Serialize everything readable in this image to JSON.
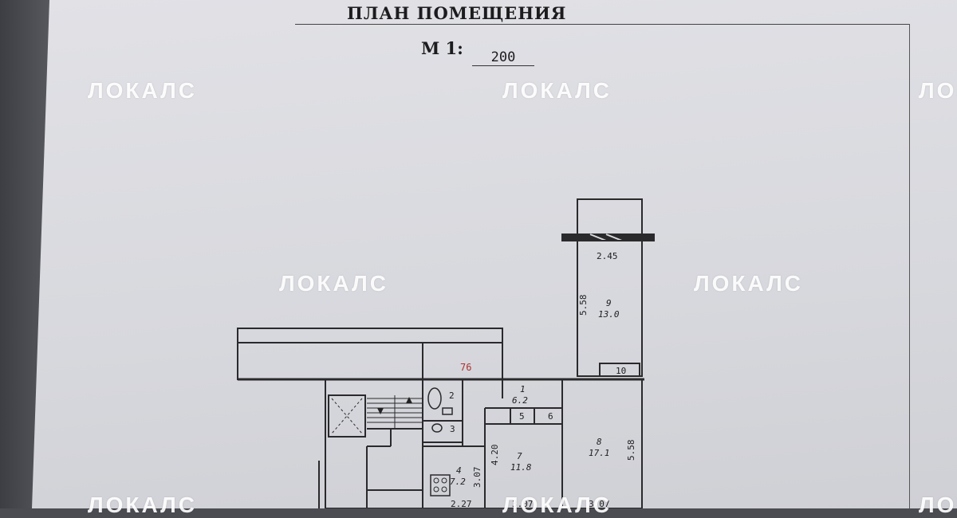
{
  "document": {
    "title": "ПЛАН ПОМЕЩЕНИЯ",
    "scale_label": "М 1:",
    "scale_value": "200"
  },
  "watermark": {
    "text": "ЛОКАЛС",
    "color": "#ffffff"
  },
  "plan": {
    "apartment_number": "76",
    "rooms": [
      {
        "number": "1",
        "area": "6.2"
      },
      {
        "number": "2",
        "area": ""
      },
      {
        "number": "3",
        "area": ""
      },
      {
        "number": "4",
        "area": "7.2"
      },
      {
        "number": "5",
        "area": ""
      },
      {
        "number": "6",
        "area": ""
      },
      {
        "number": "7",
        "area": "11.8"
      },
      {
        "number": "8",
        "area": "17.1"
      },
      {
        "number": "9",
        "area": "13.0"
      },
      {
        "number": "10",
        "area": ""
      }
    ],
    "dimensions": {
      "balcony_width": "2.45",
      "room9_length": "5.58",
      "room8_length": "5.58",
      "room7_length": "4.20",
      "room4_length": "3.07",
      "bottom_a": "2.27",
      "bottom_b": "3.07",
      "bottom_c": "3.07"
    }
  }
}
